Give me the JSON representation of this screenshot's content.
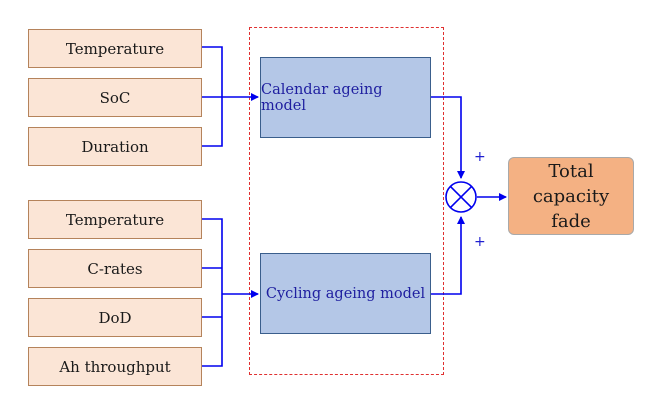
{
  "calendar_inputs": [
    {
      "label": "Temperature"
    },
    {
      "label": "SoC"
    },
    {
      "label": "Duration"
    }
  ],
  "cycling_inputs": [
    {
      "label": "Temperature"
    },
    {
      "label": "C-rates"
    },
    {
      "label": "DoD"
    },
    {
      "label": "Ah throughput"
    }
  ],
  "models": {
    "calendar": "Calendar ageing model",
    "cycling": "Cycling ageing model"
  },
  "summing_junction": {
    "plus_top": "+",
    "plus_bottom": "+"
  },
  "output": {
    "label": "Total capacity fade"
  },
  "colors": {
    "input_fill": "#fbe5d6",
    "model_fill": "#b4c7e7",
    "output_fill": "#f4b183",
    "arrow": "#0000ee",
    "dashed_border": "#e03030"
  }
}
